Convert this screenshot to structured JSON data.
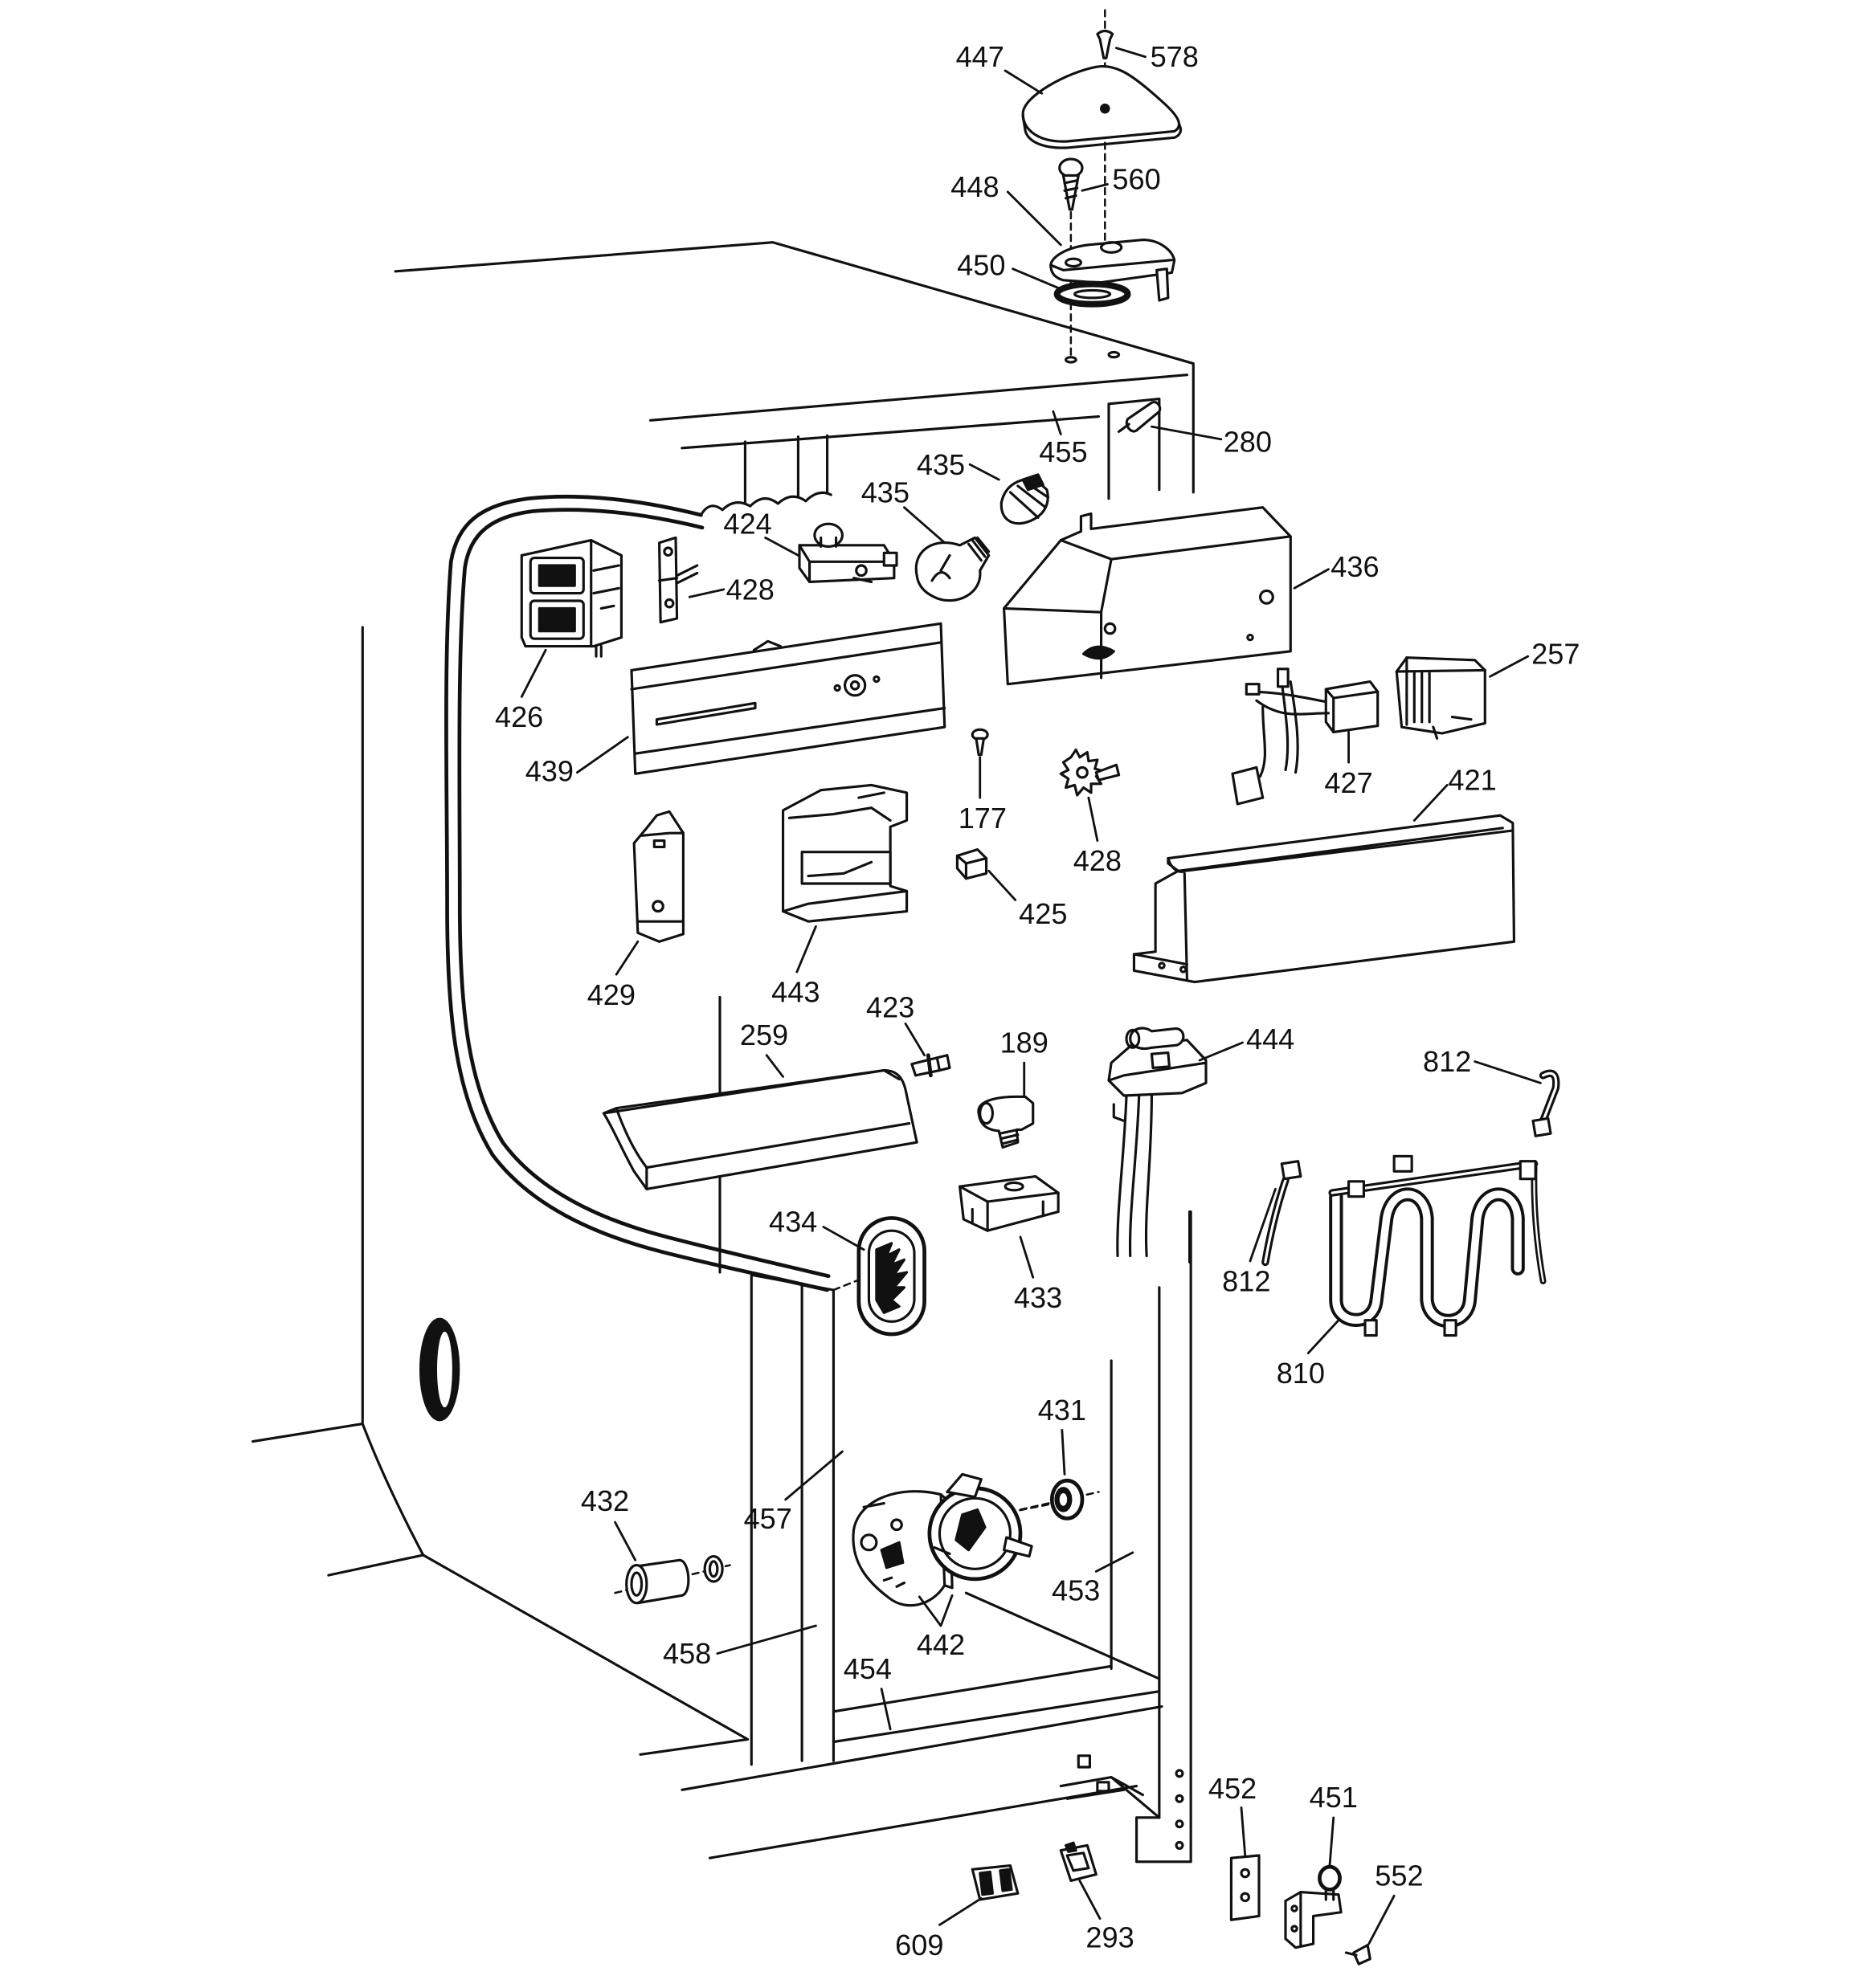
{
  "callouts": [
    "447",
    "578",
    "448",
    "560",
    "450",
    "280",
    "455",
    "435",
    "435",
    "424",
    "428",
    "436",
    "426",
    "439",
    "257",
    "177",
    "427",
    "421",
    "428",
    "429",
    "443",
    "425",
    "423",
    "189",
    "444",
    "812",
    "259",
    "434",
    "433",
    "812",
    "810",
    "431",
    "432",
    "457",
    "453",
    "442",
    "458",
    "454",
    "452",
    "451",
    "552",
    "609",
    "293"
  ]
}
